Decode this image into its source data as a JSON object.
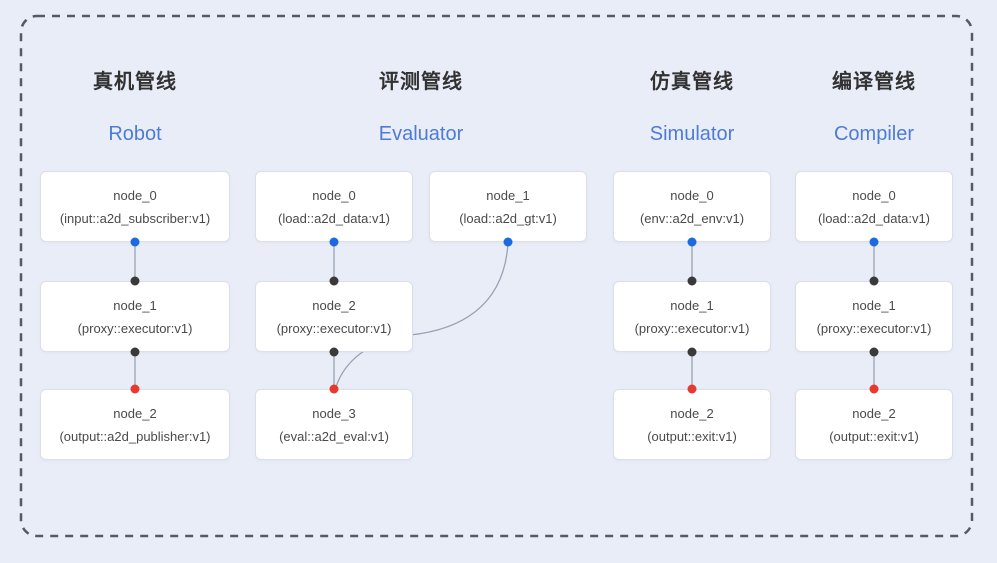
{
  "colors": {
    "background": "#e9edf8",
    "frame_border": "#555a63",
    "box_border": "#dcdfe8",
    "box_background": "#ffffff",
    "edge": "#99a2b2",
    "port_source_blue": "#1d6ae0",
    "port_intermediate_black": "#3a3a3a",
    "port_sink_red": "#e73a2c",
    "title_color": "#323232",
    "subtitle_color": "#4e7bd7",
    "node_text": "#4a4a4a"
  },
  "pipelines": [
    {
      "title": "真机管线",
      "subtitle": "Robot",
      "nodes": [
        {
          "name": "node_0",
          "detail": "(input::a2d_subscriber:v1)"
        },
        {
          "name": "node_1",
          "detail": "(proxy::executor:v1)"
        },
        {
          "name": "node_2",
          "detail": "(output::a2d_publisher:v1)"
        }
      ]
    },
    {
      "title": "评测管线",
      "subtitle": "Evaluator",
      "nodes": [
        {
          "name": "node_0",
          "detail": "(load::a2d_data:v1)"
        },
        {
          "name": "node_1",
          "detail": "(load::a2d_gt:v1)"
        },
        {
          "name": "node_2",
          "detail": "(proxy::executor:v1)"
        },
        {
          "name": "node_3",
          "detail": "(eval::a2d_eval:v1)"
        }
      ]
    },
    {
      "title": "仿真管线",
      "subtitle": "Simulator",
      "nodes": [
        {
          "name": "node_0",
          "detail": "(env::a2d_env:v1)"
        },
        {
          "name": "node_1",
          "detail": "(proxy::executor:v1)"
        },
        {
          "name": "node_2",
          "detail": "(output::exit:v1)"
        }
      ]
    },
    {
      "title": "编译管线",
      "subtitle": "Compiler",
      "nodes": [
        {
          "name": "node_0",
          "detail": "(load::a2d_data:v1)"
        },
        {
          "name": "node_1",
          "detail": "(proxy::executor:v1)"
        },
        {
          "name": "node_2",
          "detail": "(output::exit:v1)"
        }
      ]
    }
  ],
  "connections": [
    {
      "from": "Robot.node_0",
      "to": "Robot.node_1"
    },
    {
      "from": "Robot.node_1",
      "to": "Robot.node_2"
    },
    {
      "from": "Evaluator.node_0",
      "to": "Evaluator.node_2"
    },
    {
      "from": "Evaluator.node_1",
      "to": "Evaluator.node_3"
    },
    {
      "from": "Evaluator.node_2",
      "to": "Evaluator.node_3"
    },
    {
      "from": "Simulator.node_0",
      "to": "Simulator.node_1"
    },
    {
      "from": "Simulator.node_1",
      "to": "Simulator.node_2"
    },
    {
      "from": "Compiler.node_0",
      "to": "Compiler.node_1"
    },
    {
      "from": "Compiler.node_1",
      "to": "Compiler.node_2"
    }
  ]
}
